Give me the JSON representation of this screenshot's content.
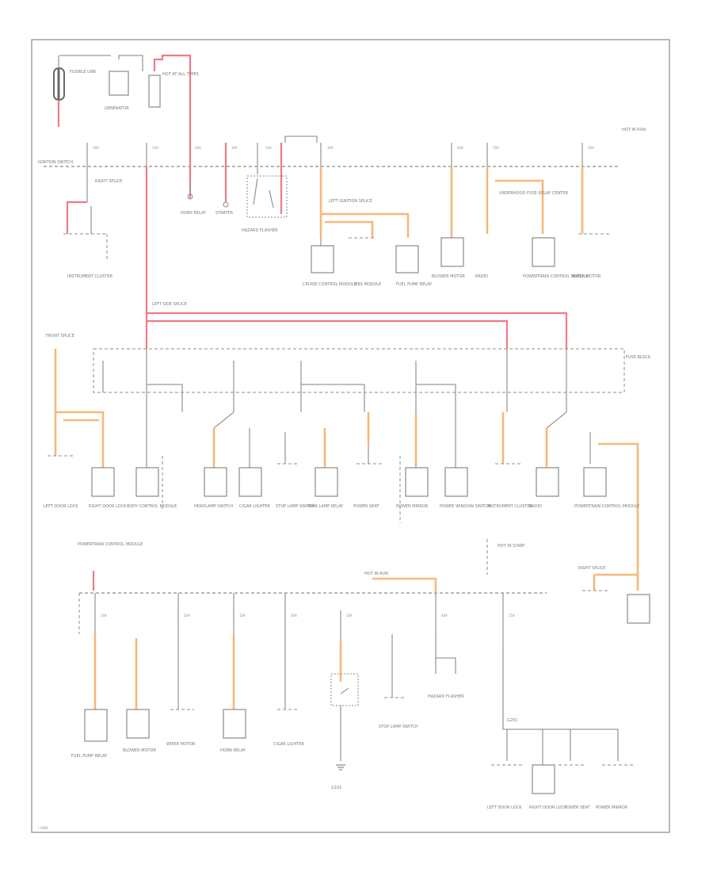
{
  "diagram": {
    "footer_code": "I 1484",
    "labels": {
      "battery": "FUSIBLE LINK",
      "generator": "GENERATOR",
      "ign_switch": "IGNITION SWITCH",
      "fuse_block": "FUSE BLOCK",
      "left_side_splice": "LEFT SIDE SPLICE",
      "right_splice": "RIGHT SPLICE",
      "front_splice": "FRONT SPLICE",
      "left_ignition": "LEFT IGNITION SPLICE",
      "underhood": "UNDERHOOD FUSE-RELAY CENTER",
      "instrument_cluster": "INSTRUMENT CLUSTER",
      "blower": "BLOWER MOTOR",
      "radio": "RADIO",
      "horn": "HORN RELAY",
      "starter": "STARTER",
      "hazard": "HAZARD FLASHER",
      "cruise": "CRUISE CONTROL MODULE",
      "abs": "ABS MODULE",
      "pcm": "POWERTRAIN CONTROL MODULE",
      "bcm": "BODY CONTROL MODULE",
      "fuel_pump": "FUEL PUMP RELAY",
      "wiper": "WIPER MOTOR",
      "left_door": "LEFT DOOR LOCK",
      "right_door": "RIGHT DOOR LOCK",
      "lamp_switch": "HEADLAMP SWITCH",
      "cigar": "CIGAR LIGHTER",
      "stop_lamp": "STOP LAMP SWITCH",
      "park_lamp": "PARK LAMP RELAY",
      "seat_motor": "POWER SEAT",
      "mirror": "POWER MIRROR",
      "window": "POWER WINDOW SWITCH",
      "ground": "G101",
      "dash_ground": "G201",
      "fuse_10a": "10A",
      "fuse_15a": "15A",
      "fuse_20a": "20A",
      "fuse_30a": "30A",
      "fuse_40a": "40A",
      "hot_run": "HOT IN RUN",
      "hot_at_all": "HOT AT ALL TIMES",
      "hot_start": "HOT IN START"
    }
  }
}
